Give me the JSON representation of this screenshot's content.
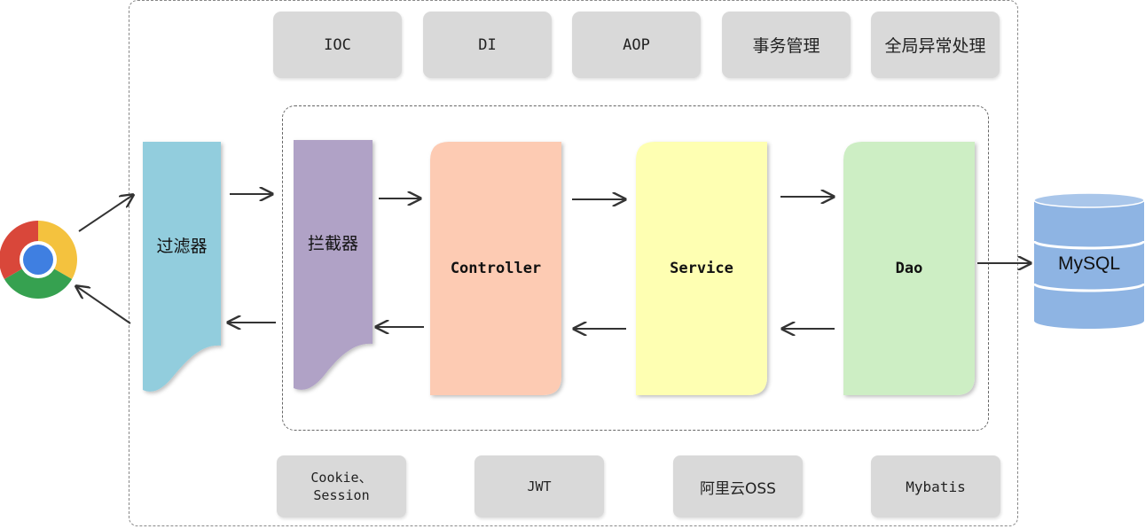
{
  "top_features": [
    "IOC",
    "DI",
    "AOP",
    "事务管理",
    "全局异常处理"
  ],
  "flow": {
    "filter": "过滤器",
    "interceptor": "拦截器",
    "controller": "Controller",
    "service": "Service",
    "dao": "Dao"
  },
  "database": "MySQL",
  "bottom_features": [
    "Cookie、\nSession",
    "JWT",
    "阿里云OSS",
    "Mybatis"
  ],
  "colors": {
    "filter": "#92cddd",
    "interceptor": "#b0a2c6",
    "controller": "#fdcbb3",
    "service": "#feffb2",
    "dao": "#cdeec4",
    "database": "#8eb4e3",
    "chip": "#d9d9d9"
  },
  "icons": [
    "chrome-browser-icon",
    "database-cylinder-icon"
  ]
}
